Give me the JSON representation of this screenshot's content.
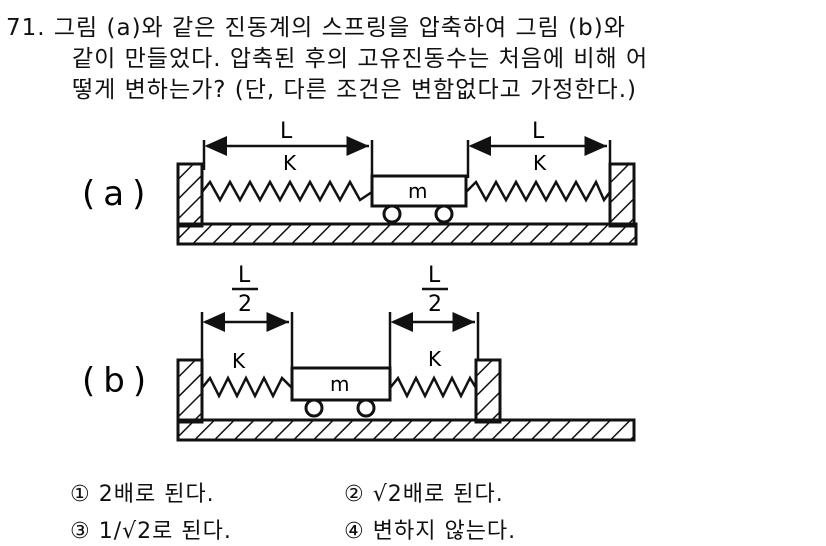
{
  "question": {
    "number": "71.",
    "line1": "그림 (a)와 같은 진동계의 스프링을 압축하여 그림 (b)와",
    "line2": "같이 만들었다. 압축된 후의 고유진동수는 처음에 비해 어",
    "line3": "떻게 변하는가? (단, 다른 조건은 변함없다고 가정한다.)"
  },
  "figure": {
    "a": {
      "label": "(a)",
      "length_left": "L",
      "length_right": "L",
      "spring_left": "K",
      "spring_right": "K",
      "mass": "m"
    },
    "b": {
      "label": "(b)",
      "length_left_num": "L",
      "length_left_den": "2",
      "length_right_num": "L",
      "length_right_den": "2",
      "spring_left": "K",
      "spring_right": "K",
      "mass": "m"
    }
  },
  "options": [
    {
      "marker": "①",
      "text": "2배로 된다."
    },
    {
      "marker": "②",
      "text": "√2배로 된다."
    },
    {
      "marker": "③",
      "text": "1/√2로 된다."
    },
    {
      "marker": "④",
      "text": "변하지 않는다."
    }
  ]
}
